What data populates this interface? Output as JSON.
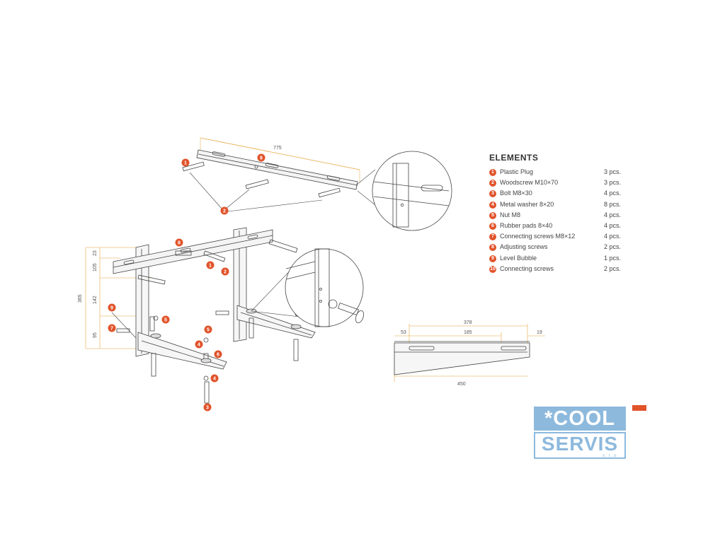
{
  "colors": {
    "accent": "#e1532a",
    "dimension_line": "#e6a63f",
    "drawing": "#444444",
    "logo": "#8db9dd"
  },
  "elements": {
    "title": "ELEMENTS",
    "items": [
      {
        "num": "1",
        "name": "Plastic Plug",
        "qty": "3 pcs."
      },
      {
        "num": "2",
        "name": "Woodscrew M10×70",
        "qty": "3 pcs."
      },
      {
        "num": "3",
        "name": "Bolt M8×30",
        "qty": "4 pcs."
      },
      {
        "num": "4",
        "name": "Metal washer 8×20",
        "qty": "8 pcs."
      },
      {
        "num": "5",
        "name": "Nut M8",
        "qty": "4 pcs."
      },
      {
        "num": "6",
        "name": "Rubber pads 8×40",
        "qty": "4 pcs."
      },
      {
        "num": "7",
        "name": "Connecting screws M8×12",
        "qty": "4 pcs."
      },
      {
        "num": "8",
        "name": "Adjusting screws",
        "qty": "2 pcs."
      },
      {
        "num": "9",
        "name": "Level Bubble",
        "qty": "1 pcs."
      },
      {
        "num": "10",
        "name": "Connecting screws",
        "qty": "2 pcs."
      }
    ]
  },
  "dimensions": {
    "rail_length": "775",
    "height_total": "365",
    "height_top": "23",
    "height_upper": "105",
    "height_middle": "142",
    "height_lower": "95",
    "arm_slot_span": "378",
    "arm_offset_left": "53",
    "arm_slot_gap": "185",
    "arm_offset_right": "19",
    "arm_length": "450"
  },
  "callouts": {
    "c1": "1",
    "c2": "2",
    "c3": "3",
    "c4": "4",
    "c5": "5",
    "c6": "6",
    "c7": "7",
    "c8": "8",
    "c9": "9"
  },
  "logo": {
    "line1": "*COOL",
    "line2": "SERVIS",
    "line3": "s.r.o."
  }
}
